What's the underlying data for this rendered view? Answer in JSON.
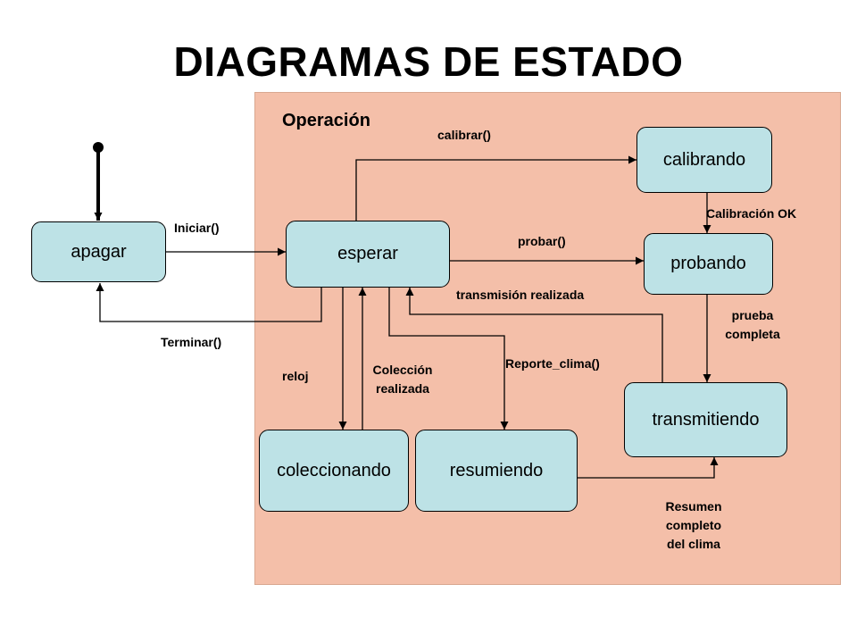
{
  "title": "DIAGRAMAS DE ESTADO",
  "region": {
    "label": "Operación"
  },
  "states": {
    "apagar": "apagar",
    "esperar": "esperar",
    "calibrando": "calibrando",
    "probando": "probando",
    "transmitiendo": "transmitiendo",
    "coleccionando": "coleccionando",
    "resumiendo": "resumiendo"
  },
  "transitions": {
    "iniciar": "Iniciar()",
    "terminar": "Terminar()",
    "calibrar": "calibrar()",
    "calibracion_ok": "Calibración OK",
    "probar": "probar()",
    "prueba_completa_1": "prueba",
    "prueba_completa_2": "completa",
    "transmision_realizada": "transmisión realizada",
    "reloj": "reloj",
    "coleccion_realizada_1": "Colección",
    "coleccion_realizada_2": "realizada",
    "reporte_clima": "Reporte_clima()",
    "resumen_1": "Resumen",
    "resumen_2": "completo",
    "resumen_3": "del clima"
  },
  "colors": {
    "region_fill": "#f4bfa9",
    "state_fill": "#bde2e6",
    "line": "#000000"
  }
}
